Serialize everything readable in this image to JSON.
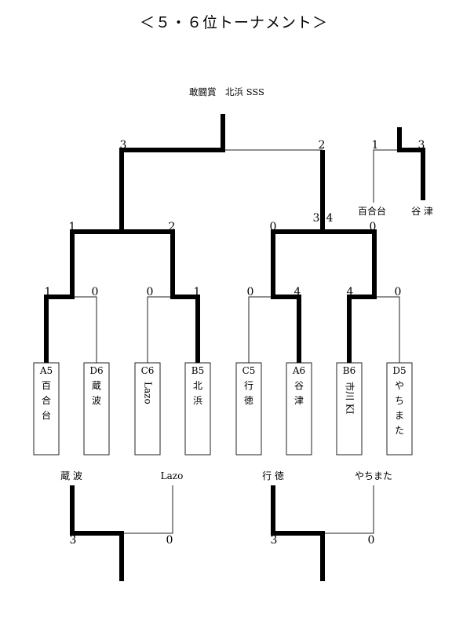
{
  "title": "＜５・６位トーナメント＞",
  "award": "敢闘賞　北浜 SSS",
  "entries": [
    {
      "seed": "A5",
      "name": [
        "百",
        "合",
        "台"
      ],
      "vertical": false
    },
    {
      "seed": "D6",
      "name": [
        "蔵",
        "波"
      ],
      "vertical": false
    },
    {
      "seed": "C6",
      "name": [
        "Lazo"
      ],
      "vertical": true
    },
    {
      "seed": "B5",
      "name": [
        "北",
        "浜"
      ],
      "vertical": false
    },
    {
      "seed": "C5",
      "name": [
        "行",
        "徳"
      ],
      "vertical": false
    },
    {
      "seed": "A6",
      "name": [
        "谷",
        "津"
      ],
      "vertical": false
    },
    {
      "seed": "B6",
      "name": [
        "市川 KI"
      ],
      "vertical": true
    },
    {
      "seed": "D5",
      "name": [
        "や",
        "ち",
        "ま",
        "た"
      ],
      "vertical": false
    }
  ],
  "round1_scores": [
    "1",
    "0",
    "0",
    "1",
    "0",
    "4",
    "4",
    "0"
  ],
  "round2_scores": [
    "1",
    "2",
    "0",
    "0"
  ],
  "round2_pk": "3",
  "round2_pk_score": "4",
  "semi_scores": [
    "3",
    "2"
  ],
  "side_match": {
    "teams": [
      "百合台",
      "谷 津"
    ],
    "scores": [
      "1",
      "3"
    ]
  },
  "lower_matches": [
    {
      "teams": [
        "蔵 波",
        "Lazo"
      ],
      "scores": [
        "3",
        "0"
      ]
    },
    {
      "teams": [
        "行 徳",
        "やちまた"
      ],
      "scores": [
        "3",
        "0"
      ]
    }
  ]
}
